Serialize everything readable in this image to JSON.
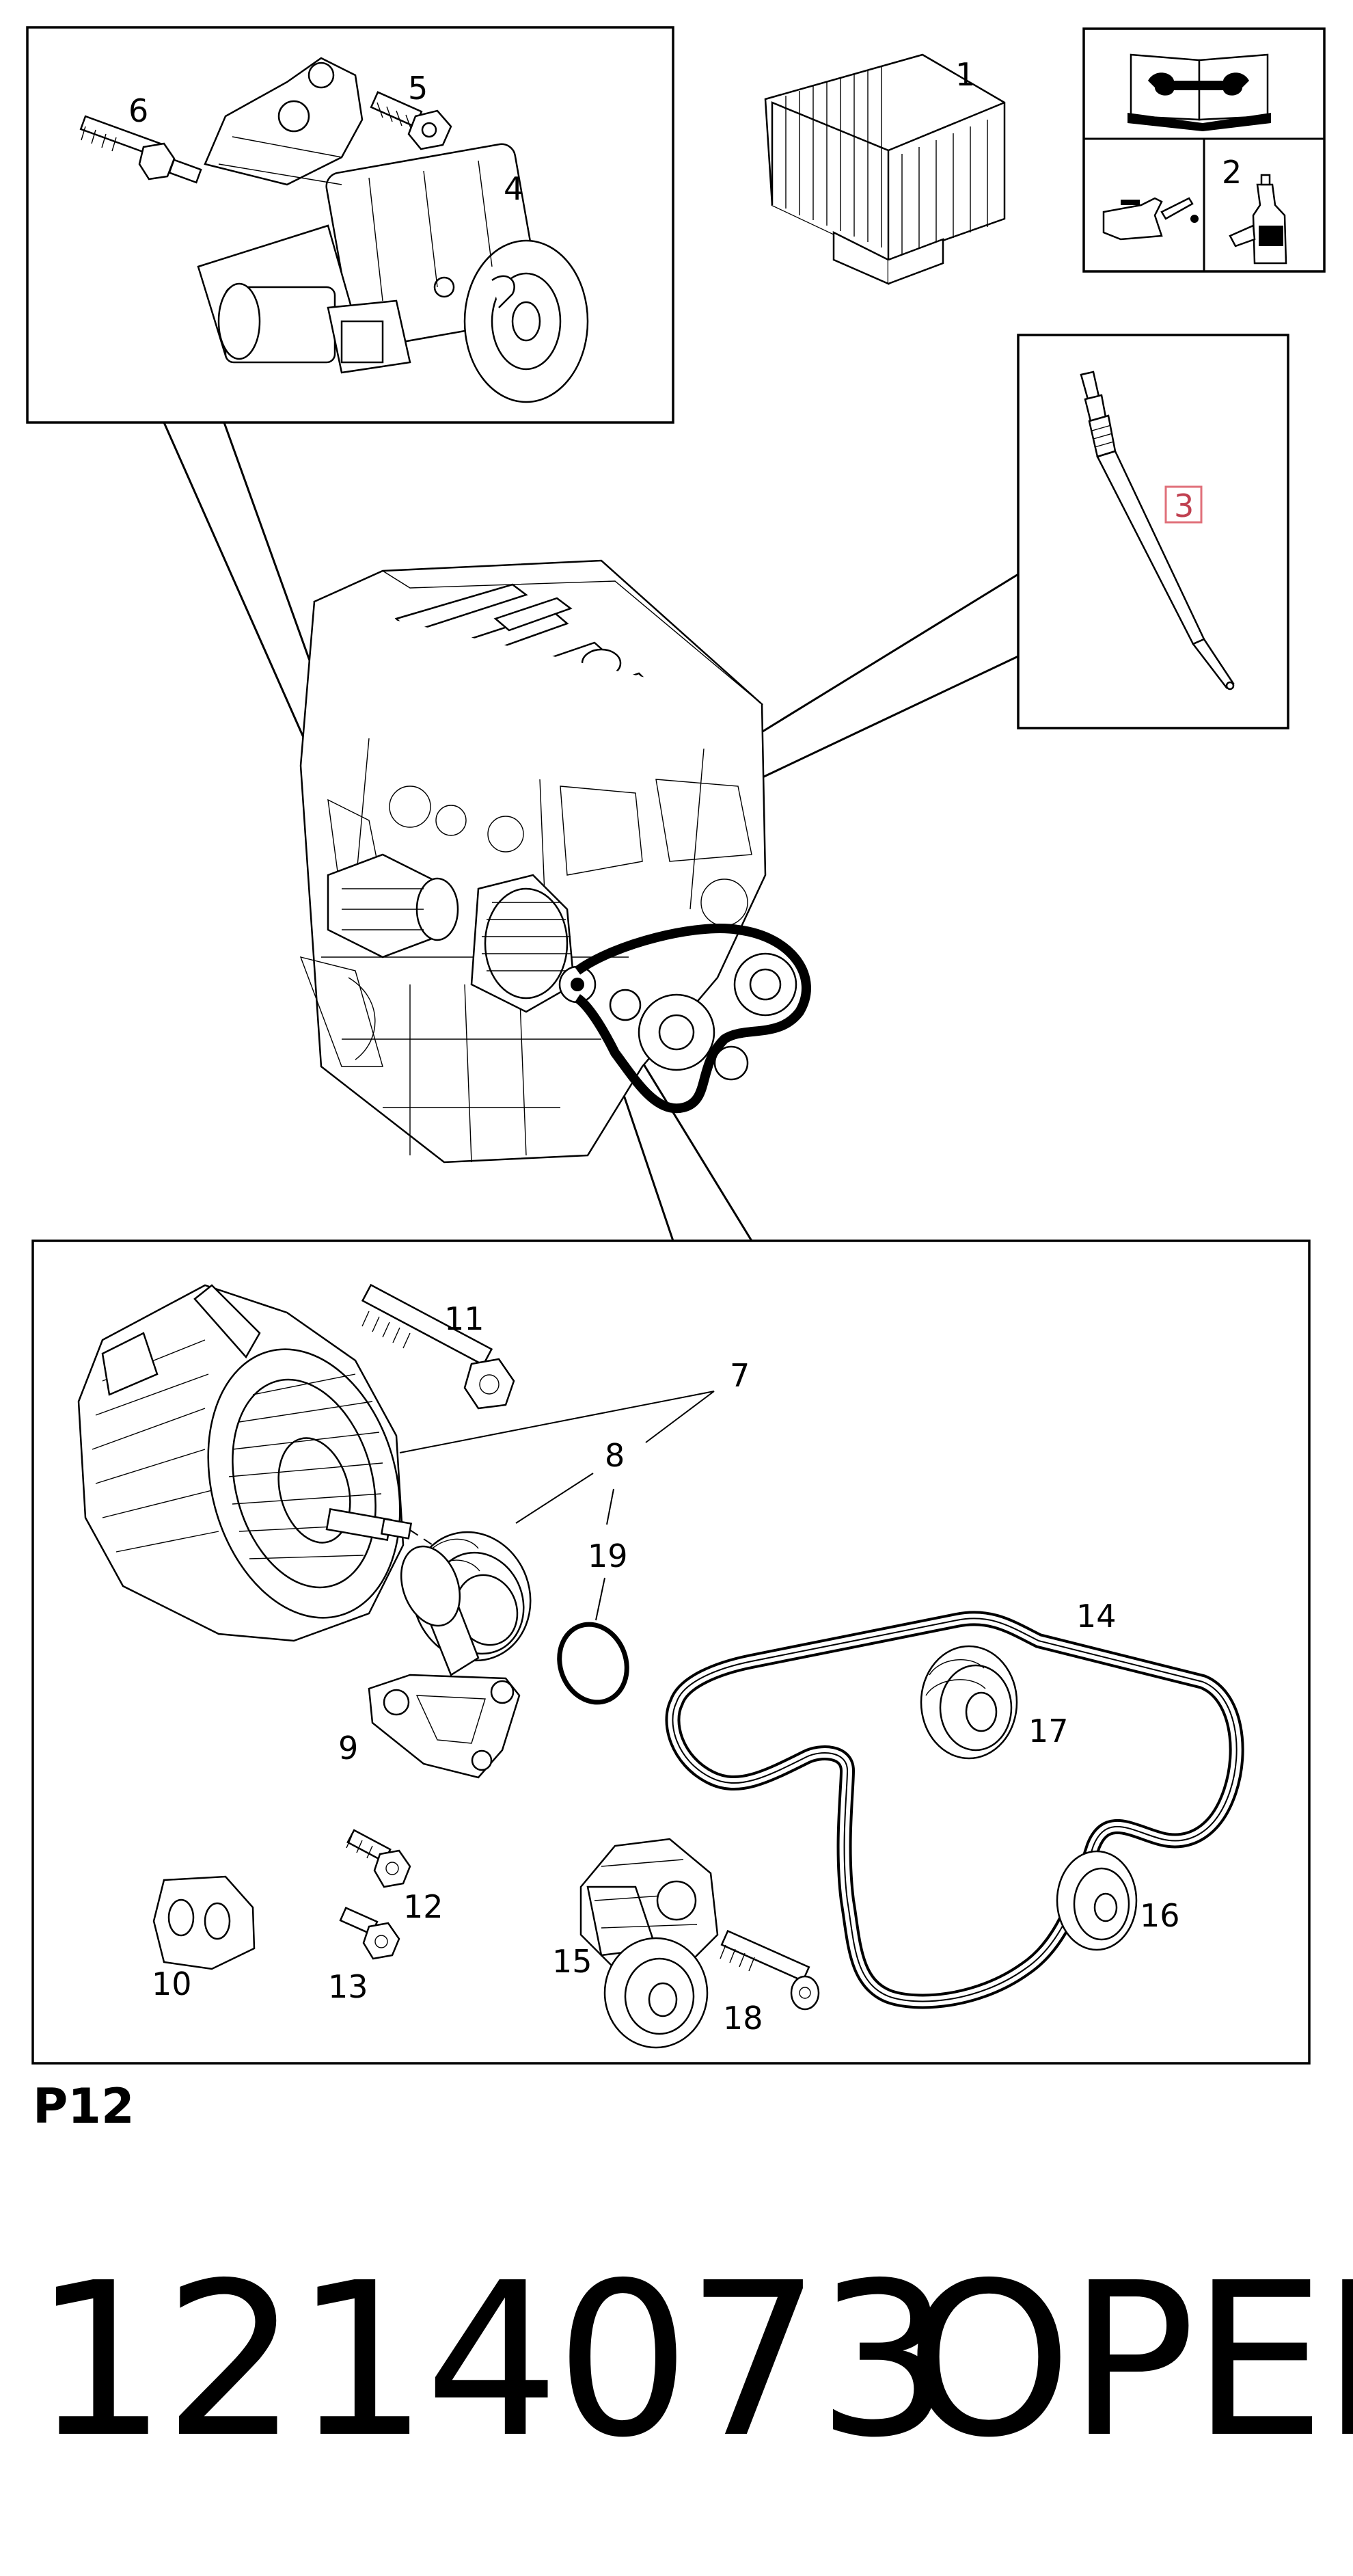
{
  "callouts": {
    "c1": "1",
    "c2": "2",
    "c3": "3",
    "c4": "4",
    "c5": "5",
    "c6": "6",
    "c7": "7",
    "c8": "8",
    "c9": "9",
    "c10": "10",
    "c11": "11",
    "c12": "12",
    "c13": "13",
    "c14": "14",
    "c15": "15",
    "c16": "16",
    "c17": "17",
    "c18": "18",
    "c19": "19"
  },
  "page_tag": "P12",
  "part_number": "1214073",
  "brand": "OPEL",
  "colors": {
    "highlight_box": "#e0707a",
    "ink": "#000000"
  },
  "icons": [
    "service-manual-icon",
    "oil-can-icon",
    "oil-bottle-icon"
  ]
}
